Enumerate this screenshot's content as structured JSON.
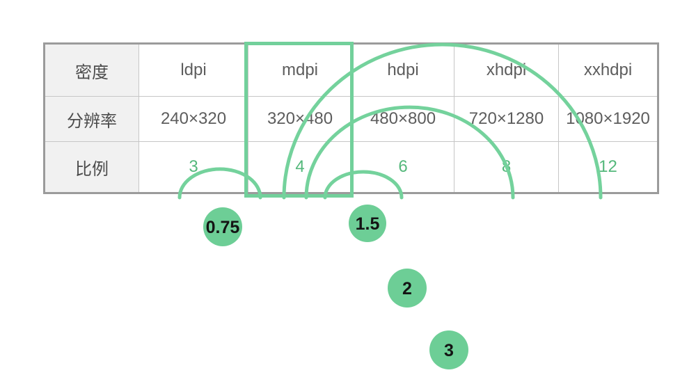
{
  "table": {
    "highlighted_column": "mdpi",
    "rows": [
      {
        "label": "密度",
        "values": [
          "ldpi",
          "mdpi",
          "hdpi",
          "xhdpi",
          "xxhdpi"
        ]
      },
      {
        "label": "分辨率",
        "values": [
          "240×320",
          "320×480",
          "480×800",
          "720×1280",
          "1080×1920"
        ]
      },
      {
        "label": "比例",
        "values": [
          "3",
          "4",
          "6",
          "8",
          "12"
        ]
      }
    ]
  },
  "arcs": [
    {
      "label": "0.75",
      "from": "ldpi",
      "to": "mdpi"
    },
    {
      "label": "1.5",
      "from": "mdpi",
      "to": "hdpi"
    },
    {
      "label": "2",
      "from": "mdpi",
      "to": "xhdpi"
    },
    {
      "label": "3",
      "from": "mdpi",
      "to": "xxhdpi"
    }
  ],
  "colors": {
    "accent_green": "#72d09b",
    "arc_green": "#74d29c",
    "bubble_green": "#6dce96",
    "ratio_text_green": "#54b87b",
    "table_outer_border": "#9b9b9b",
    "cell_border": "#c6c6c6",
    "header_column_bg": "#f1f1f1",
    "cell_text": "#5d5d5d",
    "bubble_text": "#141414"
  }
}
